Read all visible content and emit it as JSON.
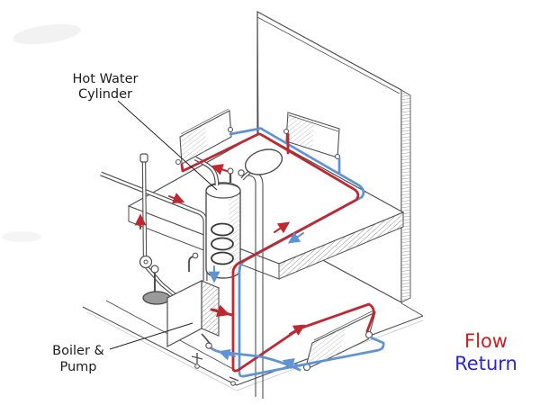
{
  "legend": {
    "flow": "Flow",
    "return": "Return"
  },
  "labels": {
    "hot_water_cylinder": {
      "line1": "Hot Water",
      "line2": "Cylinder"
    },
    "boiler_pump": {
      "line1": "Boiler &",
      "line2": "Pump"
    }
  },
  "colors": {
    "flow_red": "#bf2830",
    "return_blue": "#5e93d4",
    "legend_flow": "#c42222",
    "legend_return": "#2a28c8",
    "sketch_gray": "#4f4f4f",
    "label_ink": "#1c1c1c",
    "paper": "#ffffff"
  }
}
